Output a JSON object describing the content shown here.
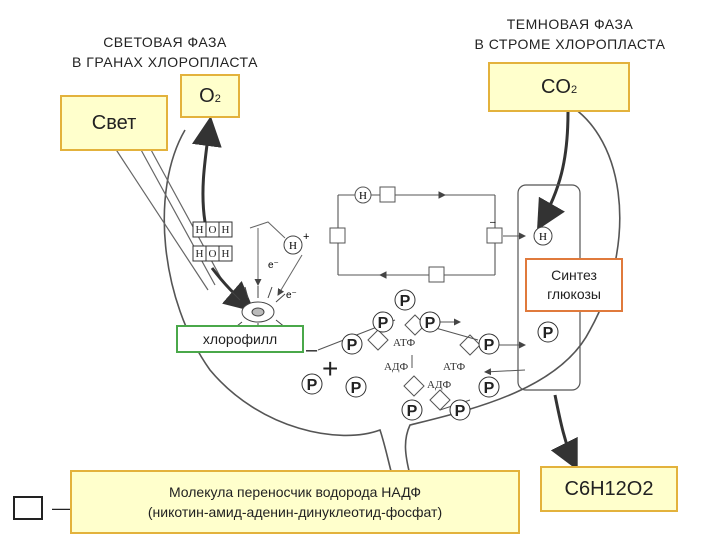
{
  "headers": {
    "light_phase_line1": "СВЕТОВАЯ  ФАЗА",
    "light_phase_line2": "В ГРАНАХ  ХЛОРОПЛАСТА",
    "dark_phase_line1": "ТЕМНОВАЯ  ФАЗА",
    "dark_phase_line2": "В СТРОМЕ ХЛОРОПЛАСТА"
  },
  "labels": {
    "light": "Свет",
    "oxygen": "O",
    "oxygen_sub": "2",
    "co2": "CO",
    "co2_sub": "2",
    "chlorophyll": "хлорофилл",
    "synthesis_line1": "Синтез",
    "synthesis_line2": "глюкозы",
    "glucose": "C6H12O2",
    "nadp_line1": "Молекула переносчик водорода НАДФ",
    "nadp_line2": "(никотин-амид-аденин-динуклеотид-фосфат)"
  },
  "diagram": {
    "h": "H",
    "o": "O",
    "p": "P",
    "atp": "АТФ",
    "adp": "АДФ",
    "plus": "+",
    "minus": "–",
    "e_minus": "e⁻",
    "legend_dash": "—"
  },
  "colors": {
    "yellow_fill": "#ffffcc",
    "yellow_border": "#e3b23c",
    "green_border": "#4aa84a",
    "orange_border": "#e07a3c"
  }
}
